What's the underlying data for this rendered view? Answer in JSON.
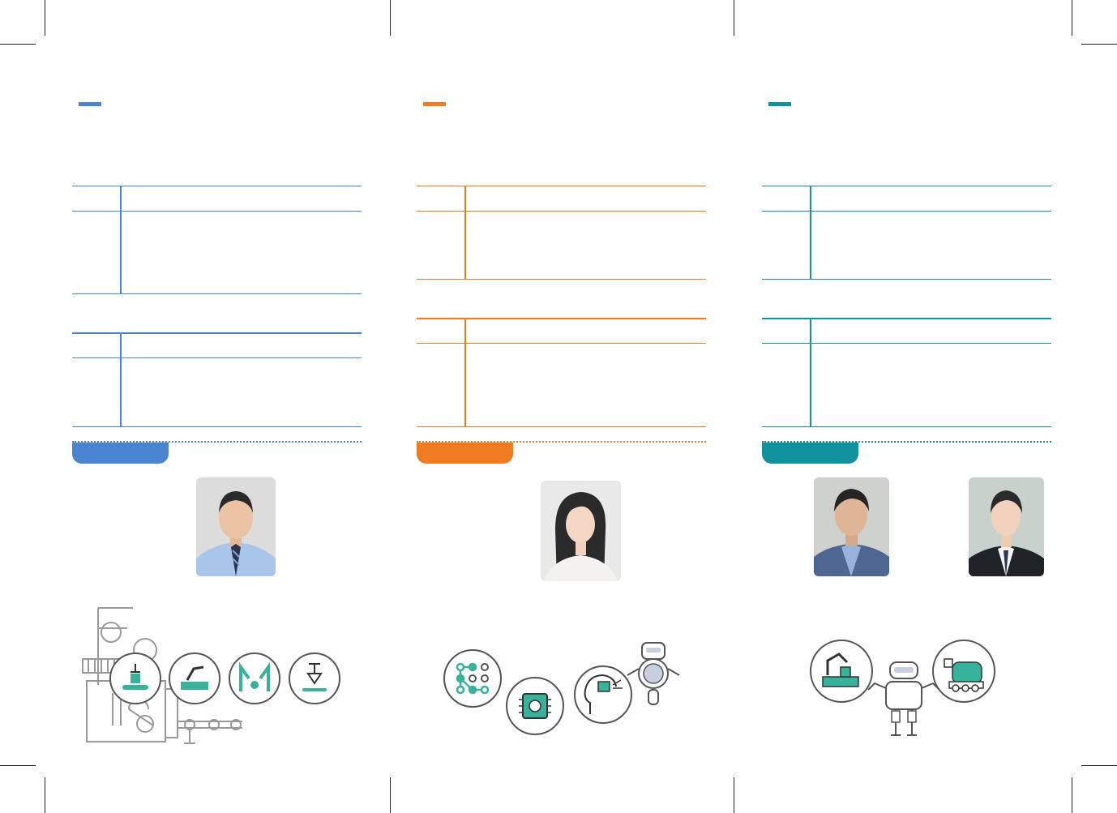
{
  "colors": {
    "blue": "#4a86cf",
    "orange": "#f07b20",
    "teal": "#11929c",
    "icon_green": "#36b39a",
    "line_gray": "#7a7a7a"
  },
  "panels": [
    {
      "id": "left",
      "accent_color": "#4a86cf",
      "icons": [
        "conveyor-gripper-icon",
        "robot-arm-assembly-icon",
        "dual-robot-arm-gear-icon",
        "welding-nozzle-icon"
      ],
      "photos": [
        "portrait-man-blue-shirt"
      ]
    },
    {
      "id": "middle",
      "accent_color": "#f07b20",
      "icons": [
        "network-nodes-icon",
        "ai-chip-icon",
        "ai-head-gear-icon",
        "robot-icon"
      ],
      "photos": [
        "portrait-woman-white-top"
      ]
    },
    {
      "id": "right",
      "accent_color": "#11929c",
      "icons": [
        "robot-arm-factory-icon",
        "humanoid-robot-icon",
        "delivery-robot-icon"
      ],
      "photos": [
        "portrait-man-blazer",
        "portrait-young-man-suit"
      ]
    }
  ]
}
